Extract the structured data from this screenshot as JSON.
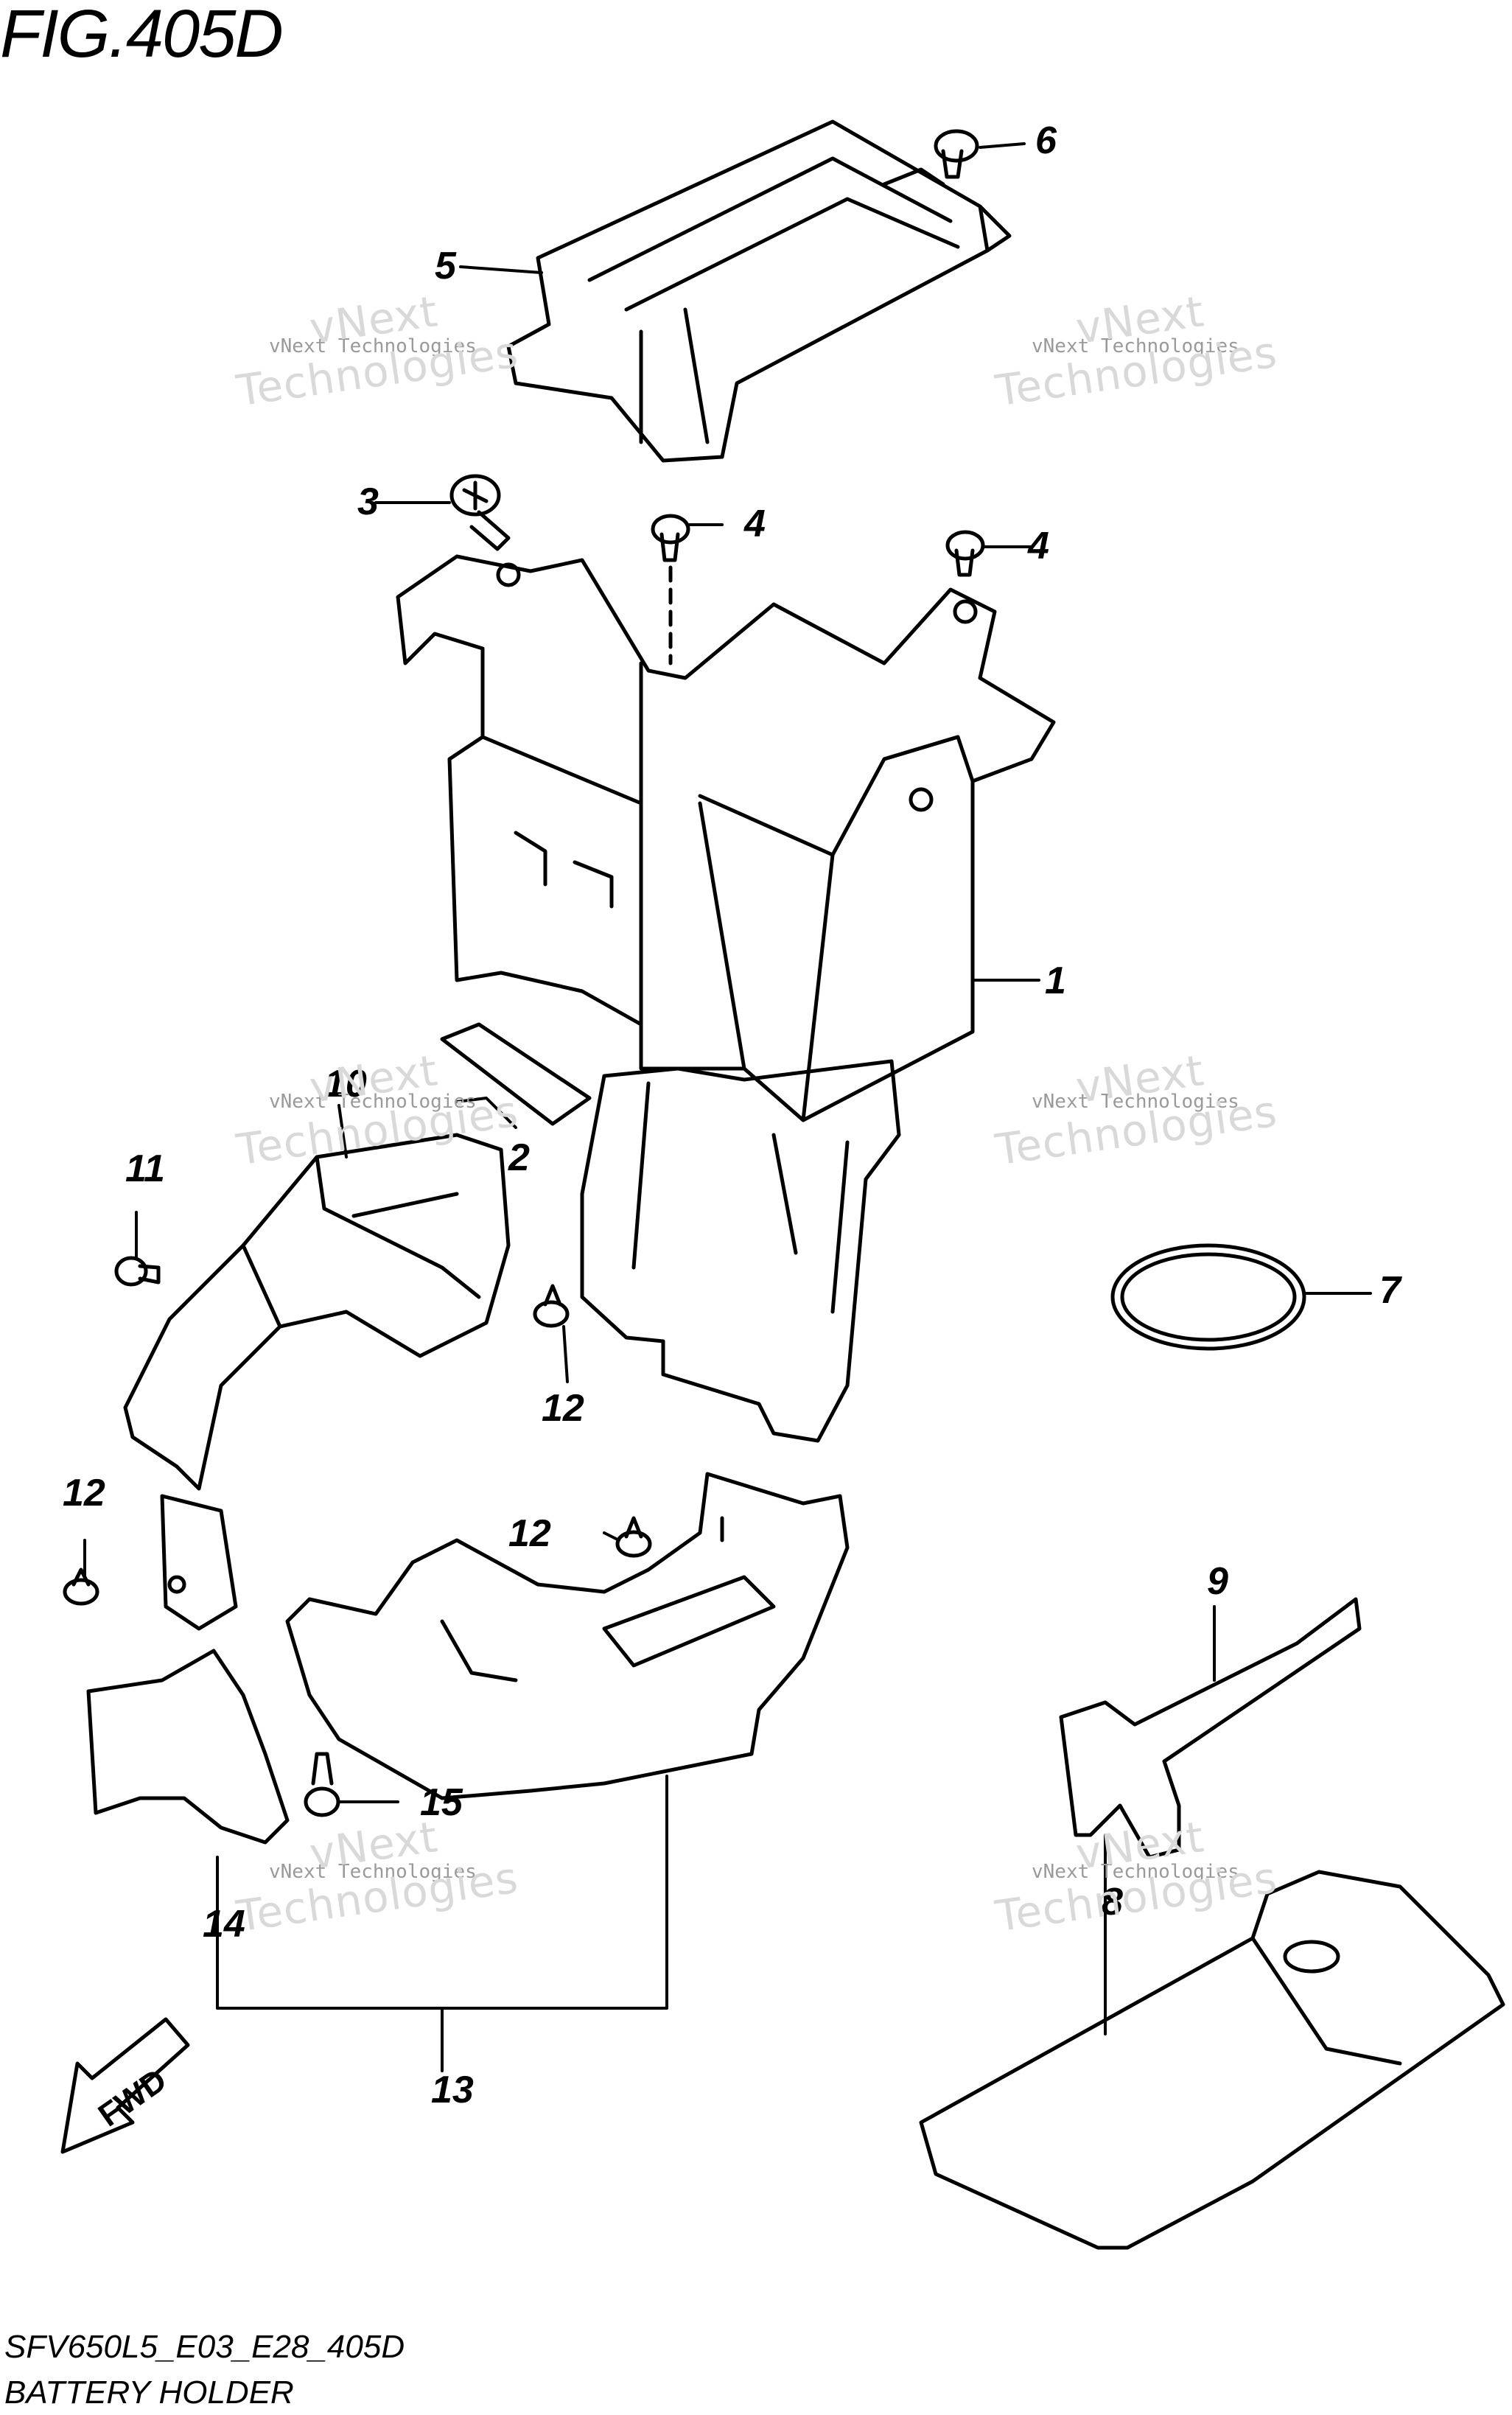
{
  "figure": {
    "title": "FIG.405D",
    "code": "SFV650L5_E03_E28_405D",
    "caption": "BATTERY HOLDER"
  },
  "callouts": [
    "1",
    "2",
    "3",
    "4",
    "4",
    "5",
    "6",
    "7",
    "8",
    "9",
    "10",
    "11",
    "12",
    "12",
    "12",
    "13",
    "14",
    "15"
  ],
  "watermark": {
    "small": "vNext Technologies",
    "big_line1": "vNext",
    "big_line2": "Technologies"
  },
  "fwd_label": "FWD"
}
